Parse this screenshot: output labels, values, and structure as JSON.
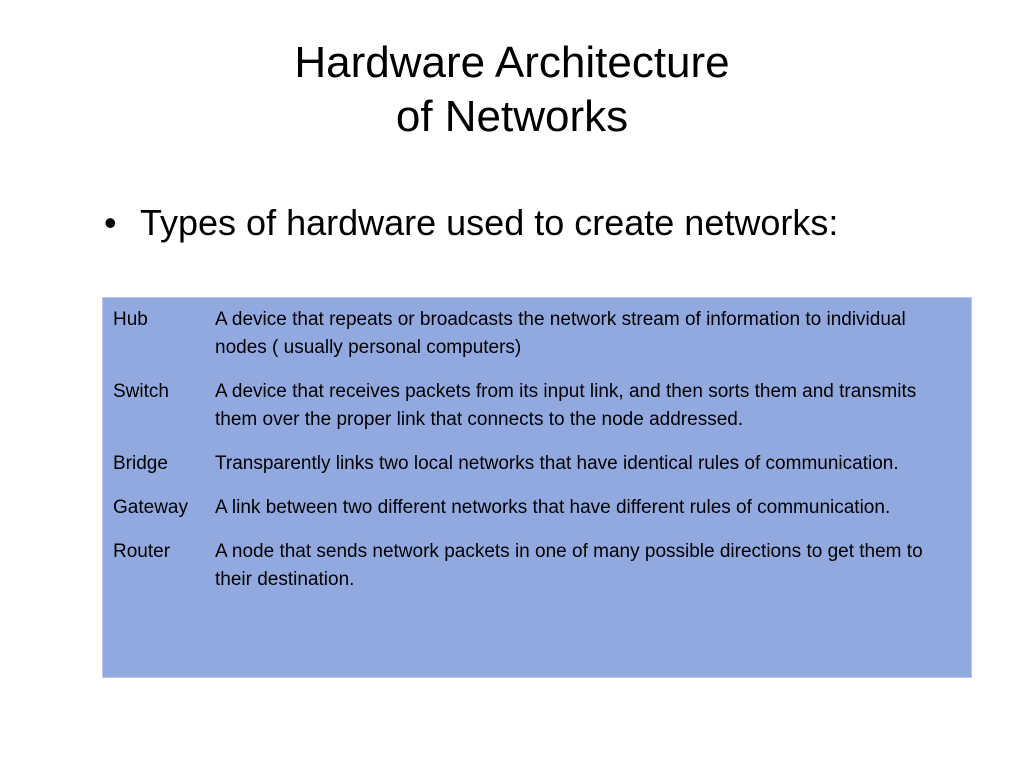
{
  "slide": {
    "title_line1": "Hardware Architecture",
    "title_line2": "of Networks",
    "bullet_symbol": "•",
    "bullet_text": "Types of hardware used to create networks:"
  },
  "colors": {
    "table_background": "#92a9e0",
    "text": "#000000",
    "slide_background": "#ffffff"
  },
  "table": {
    "rows": [
      {
        "term": "Hub",
        "definition": "A device that repeats or broadcasts the network stream of information to individual nodes ( usually personal computers)"
      },
      {
        "term": "Switch",
        "definition": "A device that receives packets from its input link, and then sorts them and transmits them over the proper link that connects to the node addressed."
      },
      {
        "term": "Bridge",
        "definition": "Transparently links two local networks that have identical rules of communication."
      },
      {
        "term": "Gateway",
        "definition": "A link between two different networks that have different rules of communication."
      },
      {
        "term": "Router",
        "definition": "A node that sends network packets in one of many possible directions to get them to their destination."
      }
    ]
  }
}
